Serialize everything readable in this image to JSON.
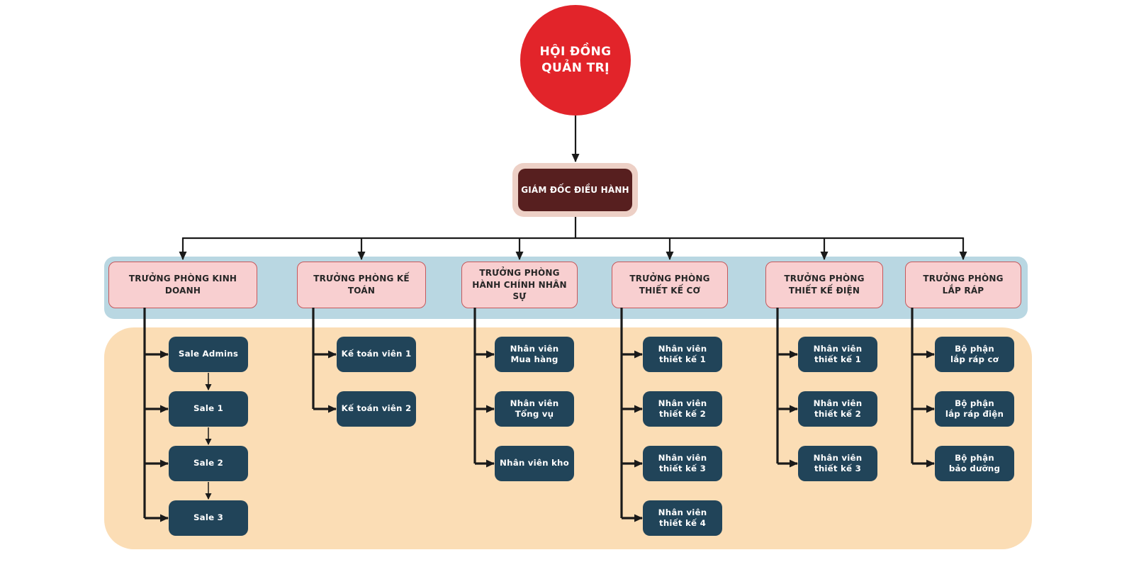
{
  "root": {
    "label": "HỘI ĐỒNG\nQUẢN TRỊ"
  },
  "ceo": {
    "label": "GIÁM ĐỐC ĐIỀU HÀNH"
  },
  "departments": [
    {
      "label": "TRƯỞNG PHÒNG KINH DOANH",
      "children": [
        "Sale Admins",
        "Sale 1",
        "Sale 2",
        "Sale 3"
      ],
      "sequence_arrows": true
    },
    {
      "label": "TRƯỞNG PHÒNG KẾ TOÁN",
      "children": [
        "Kế toán viên 1",
        "Kế toán viên 2"
      ],
      "sequence_arrows": false
    },
    {
      "label": "TRƯỞNG PHÒNG\nHÀNH CHÍNH NHÂN SỰ",
      "children": [
        "Nhân viên\nMua hàng",
        "Nhân viên\nTổng vụ",
        "Nhân viên kho"
      ],
      "sequence_arrows": false
    },
    {
      "label": "TRƯỞNG PHÒNG\nTHIẾT KẾ CƠ",
      "children": [
        "Nhân viên\nthiết kế 1",
        "Nhân viên\nthiết kế 2",
        "Nhân viên\nthiết kế 3",
        "Nhân viên\nthiết kế 4"
      ],
      "sequence_arrows": false
    },
    {
      "label": "TRƯỞNG PHÒNG\nTHIẾT KẾ ĐIỆN",
      "children": [
        "Nhân viên\nthiết kế 1",
        "Nhân viên\nthiết kế 2",
        "Nhân viên\nthiết kế 3"
      ],
      "sequence_arrows": false
    },
    {
      "label": "TRƯỞNG PHÒNG\nLẮP RÁP",
      "children": [
        "Bộ phận\nlắp ráp cơ",
        "Bộ phận\nlắp ráp điện",
        "Bộ phận\nbảo dưỡng"
      ],
      "sequence_arrows": false
    }
  ],
  "colors": {
    "board_red": "#E2242A",
    "ceo_maroon": "#571F1F",
    "ceo_halo_pink": "#EDD0C6",
    "band_blue": "#B9D7E2",
    "dept_pink": "#F8CFD0",
    "dept_border": "#C5585C",
    "panel_peach": "#FBDDB5",
    "staff_navy": "#214459",
    "line_black": "#1A1A1A"
  }
}
